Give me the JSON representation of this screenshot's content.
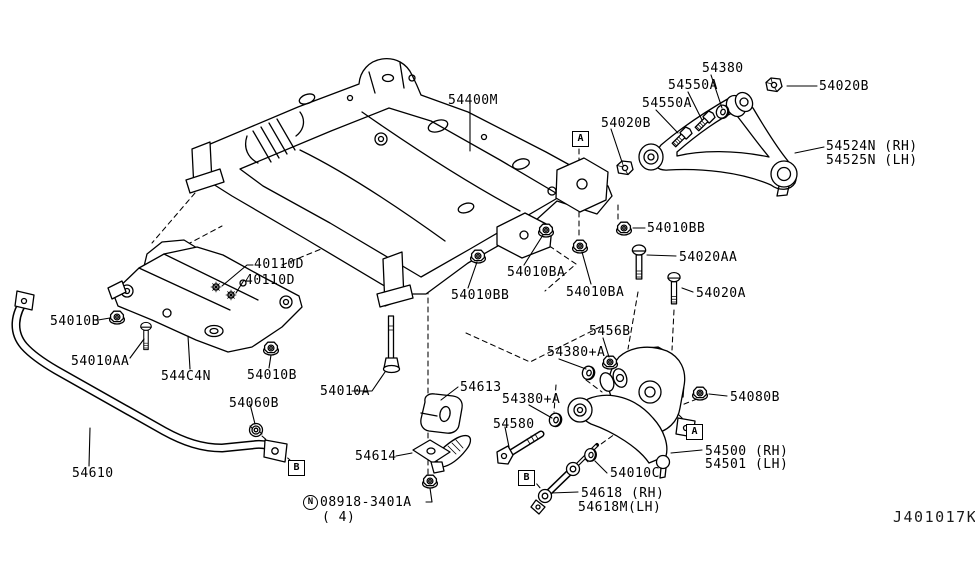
{
  "diagram": {
    "figure_code": "J401017K",
    "background": "#ffffff",
    "line_color": "#000000"
  },
  "markers": {
    "a": "A",
    "b": "B",
    "nut_note": "N"
  },
  "labels": [
    {
      "part": "54400M",
      "text": "54400M"
    },
    {
      "part": "54380",
      "text": "54380"
    },
    {
      "part": "54550A",
      "text": "54550A"
    },
    {
      "part": "54550A",
      "text": "54550A"
    },
    {
      "part": "54020B",
      "text": "54020B"
    },
    {
      "part": "54020B",
      "text": "54020B"
    },
    {
      "part": "54524N",
      "text": "54524N (RH)"
    },
    {
      "part": "54525N",
      "text": "54525N (LH)"
    },
    {
      "part": "54010BB",
      "text": "54010BB"
    },
    {
      "part": "54020AA",
      "text": "54020AA"
    },
    {
      "part": "54020A",
      "text": "54020A"
    },
    {
      "part": "54010BA",
      "text": "54010BA"
    },
    {
      "part": "54010BA",
      "text": "54010BA"
    },
    {
      "part": "54010BB",
      "text": "54010BB"
    },
    {
      "part": "40110D",
      "text": "40110D"
    },
    {
      "part": "40110D",
      "text": "40110D"
    },
    {
      "part": "54010B",
      "text": "54010B"
    },
    {
      "part": "54010AA",
      "text": "54010AA"
    },
    {
      "part": "544C4N",
      "text": "544C4N"
    },
    {
      "part": "54010B",
      "text": "54010B"
    },
    {
      "part": "54060B",
      "text": "54060B"
    },
    {
      "part": "54610",
      "text": "54610"
    },
    {
      "part": "54010A",
      "text": "54010A"
    },
    {
      "part": "54613",
      "text": "54613"
    },
    {
      "part": "54614",
      "text": "54614"
    },
    {
      "part": "08918-3401A",
      "text": "08918-3401A"
    },
    {
      "part": "08918-3401A-qty",
      "text": "( 4)"
    },
    {
      "part": "5456B",
      "text": "5456B"
    },
    {
      "part": "54380+A",
      "text": "54380+A"
    },
    {
      "part": "54380+A",
      "text": "54380+A"
    },
    {
      "part": "54580",
      "text": "54580"
    },
    {
      "part": "54080B",
      "text": "54080B"
    },
    {
      "part": "54500",
      "text": "54500 (RH)"
    },
    {
      "part": "54501",
      "text": "54501 (LH)"
    },
    {
      "part": "54010C",
      "text": "54010C"
    },
    {
      "part": "54618",
      "text": "54618 (RH)"
    },
    {
      "part": "54618M",
      "text": "54618M(LH)"
    }
  ]
}
